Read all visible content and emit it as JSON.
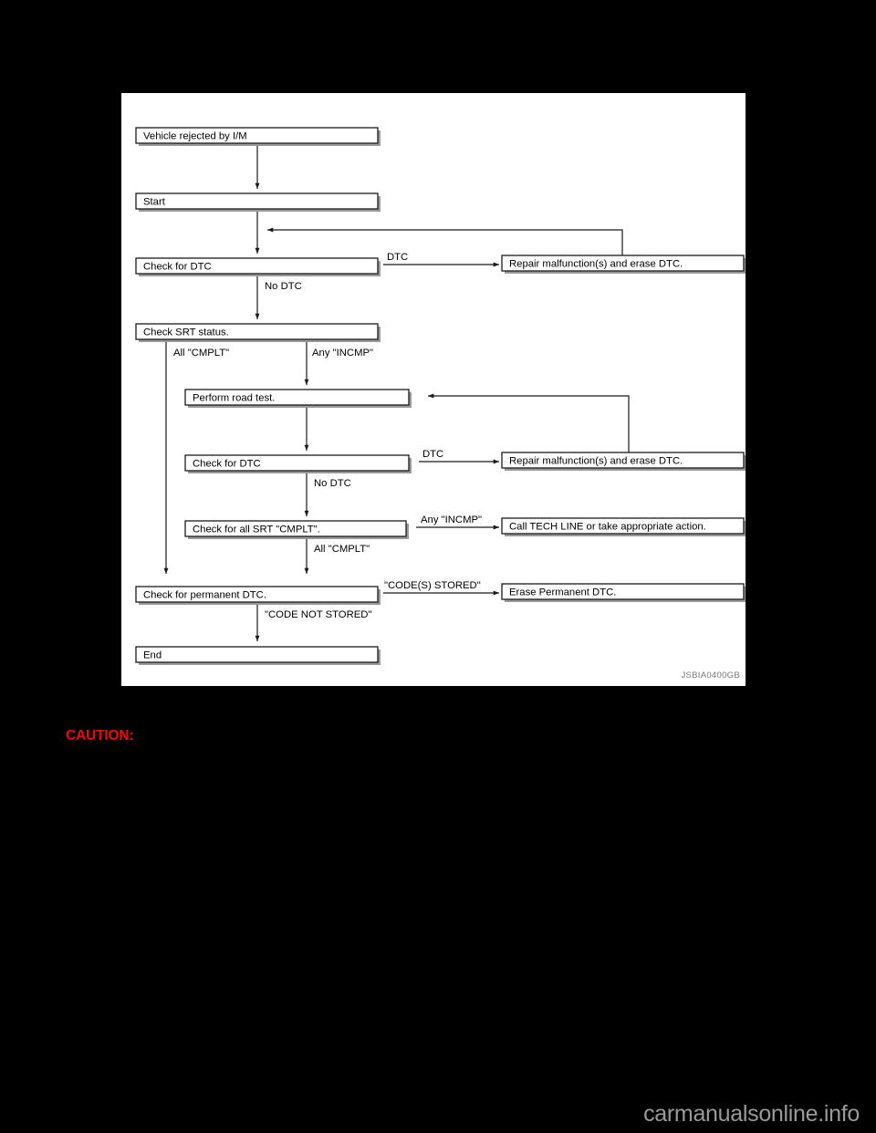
{
  "page": {
    "background_color": "#000000",
    "caution_label": "CAUTION:",
    "caution_color": "#ff0000",
    "watermark": "carmanualsonline.info"
  },
  "figure": {
    "figure_id": "JSBIA0400GB",
    "background_color": "#ffffff",
    "border_color": "#000000",
    "nodes": [
      {
        "id": "vehicle_rejected",
        "label": "Vehicle rejected by I/M"
      },
      {
        "id": "start",
        "label": "Start"
      },
      {
        "id": "check_dtc_1",
        "label": "Check for DTC"
      },
      {
        "id": "check_srt_status",
        "label": "Check SRT status."
      },
      {
        "id": "perform_road_test",
        "label": "Perform road test."
      },
      {
        "id": "check_dtc_2",
        "label": "Check for DTC"
      },
      {
        "id": "check_all_srt_cmplt",
        "label": "Check for all SRT \"CMPLT\"."
      },
      {
        "id": "check_permanent_dtc",
        "label": "Check for permanent DTC."
      },
      {
        "id": "end",
        "label": "End"
      },
      {
        "id": "repair_erase_1",
        "label": "Repair malfunction(s) and erase DTC."
      },
      {
        "id": "repair_erase_2",
        "label": "Repair malfunction(s) and erase DTC."
      },
      {
        "id": "call_tech_line",
        "label": "Call TECH LINE or take appropriate action."
      },
      {
        "id": "erase_permanent_dtc",
        "label": "Erase Permanent DTC."
      }
    ],
    "edge_labels": [
      {
        "id": "dtc_1",
        "label": "DTC"
      },
      {
        "id": "no_dtc_1",
        "label": "No DTC"
      },
      {
        "id": "all_cmplt_1",
        "label": "All \"CMPLT\""
      },
      {
        "id": "any_incmp_1",
        "label": "Any \"INCMP\""
      },
      {
        "id": "dtc_2",
        "label": "DTC"
      },
      {
        "id": "no_dtc_2",
        "label": "No DTC"
      },
      {
        "id": "any_incmp_2",
        "label": "Any \"INCMP\""
      },
      {
        "id": "all_cmplt_2",
        "label": "All \"CMPLT\""
      },
      {
        "id": "codes_stored",
        "label": "\"CODE(S) STORED\""
      },
      {
        "id": "code_not_stored",
        "label": "\"CODE NOT STORED\""
      }
    ]
  }
}
